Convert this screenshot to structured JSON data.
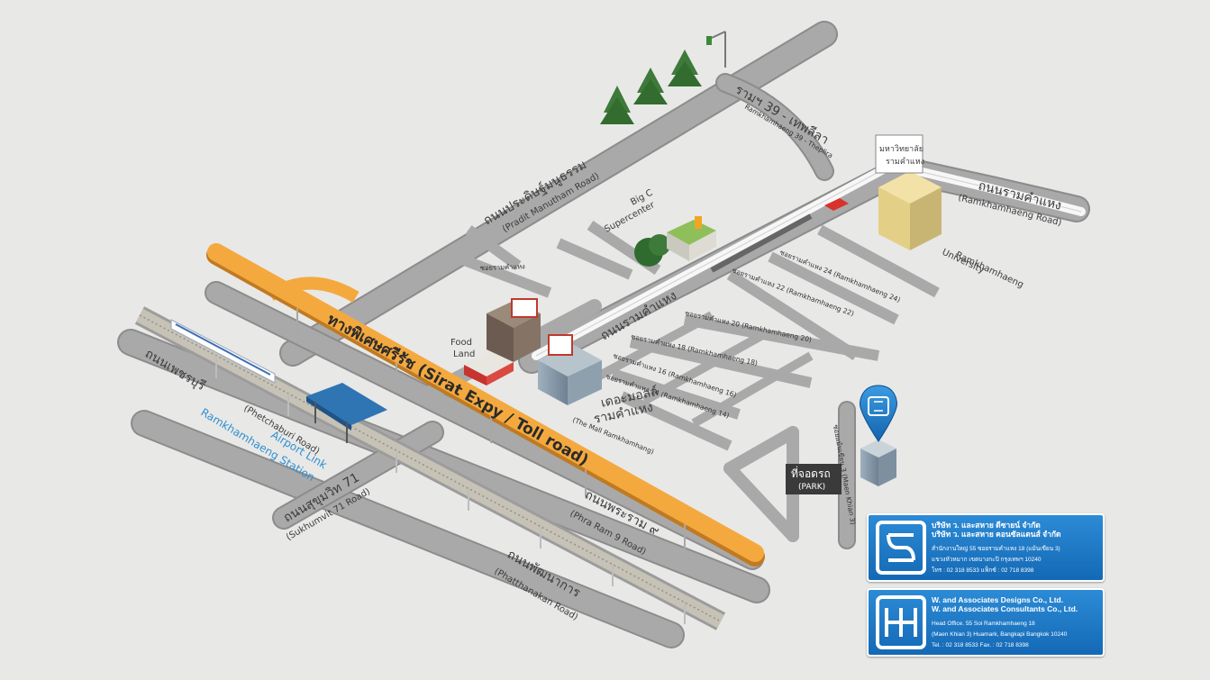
{
  "map": {
    "roads": {
      "pradit_th": "ถนนประดิษฐ์มนูธรรม",
      "pradit_en": "(Pradit Manutham Road)",
      "ramintra_th": "รามฯ 39 - เทพลีลา",
      "ramintra_en": "Ramkhamhaeng 39 - Theplira",
      "ramkhamhaeng_th": "ถนนรามคำแหง",
      "ramkhamhaeng_en": "(Ramkhamhaeng Road)",
      "ramkhamhaeng_mid_th": "ถนนรามคำแหง",
      "phetchaburi_th": "ถนนเพชรบุรี",
      "phetchaburi_en": "(Phetchaburi Road)",
      "sukhumvit_th": "ถนนสุขุมวิท 71",
      "sukhumvit_en": "(Sukhumvit 71 Road)",
      "phraram9_th": "ถนนพระราม ๙",
      "phraram9_en": "(Phra Ram 9 Road)",
      "phatthanakan_th": "ถนนพัฒนาการ",
      "phatthanakan_en": "(Phatthanakan Road)",
      "expressway": "ทางพิเศษศรีรัช (Sirat Expy / Toll road)"
    },
    "sois": {
      "soi14": "ซอยรามคำแหง 14 (Ramkhamhaeng 14)",
      "soi16": "ซอยรามคำแหง 16 (Ramkhamhaeng 16)",
      "soi18": "ซอยรามคำแหง 18 (Ramkhamhaeng 18)",
      "soi20": "ซอยรามคำแหง 20 (Ramkhamhaeng 20)",
      "soi22": "ซอยรามคำแหง 22 (Ramkhamhaeng 22)",
      "soi24": "ซอยรามคำแหง 24 (Ramkhamhaeng 24)",
      "soi_small": "ซอยรามคำแหง",
      "maen_khian": "ซอยแม้นเขียน 3 (Maen Khian 3)"
    },
    "places": {
      "airport_link_1": "Airport Link",
      "airport_link_2": "Ramkhamhaeng Station",
      "food_land_1": "Food",
      "food_land_2": "Land",
      "the_mall_th_1": "เดอะมอลล์",
      "the_mall_th_2": "รามคำแหง",
      "the_mall_en": "(The Mall Ramkhamhang)",
      "big_c_1": "Big C",
      "big_c_2": "Supercenter",
      "university_1": "Ramkhamhaeng",
      "university_2": "University",
      "university_sign_1": "มหาวิทยาลัย",
      "university_sign_2": "รามคำแหง",
      "parking_th": "ที่จอดรถ",
      "parking_en": "(PARK)"
    }
  },
  "company_th": {
    "line1": "บริษัท ว. และสหาย ดีซายน์ จำกัด",
    "line2": "บริษัท ว. และสหาย คอนซัลแตนส์ จำกัด",
    "addr1": "สำนักงานใหญ่ 55 ซอยรามคำแหง 18  (แม้นเขียน 3)",
    "addr2": "แขวงหัวหมาก เขตบางกะปิ  กรุงเทพฯ 10240",
    "addr3": "โทร : 02 318 8533 แฟ็กซ์ : 02 718 8398"
  },
  "company_en": {
    "line1": "W. and Associates Designs Co., Ltd.",
    "line2": "W. and Associates Consultants Co., Ltd.",
    "addr1": "Head Office. 55 Soi Ramkhamhaeng 18",
    "addr2": "(Maen Khian 3) Huamark, Bangkapi Bangkok 10240",
    "addr3": "Tel. : 02 318 8533 Fax. : 02 718 8398"
  },
  "colors": {
    "background": "#e8e8e7",
    "road": "#a9a9a9",
    "expressway": "#f4a93f",
    "card": "#1a75c4",
    "pin": "#1a75c4",
    "label_blue": "#2f8fd1"
  },
  "icons": {
    "location_pin": "map-pin-icon",
    "logo": "wa-logo-icon",
    "car": "car-icon",
    "tree": "tree-icon",
    "train": "train-icon"
  }
}
